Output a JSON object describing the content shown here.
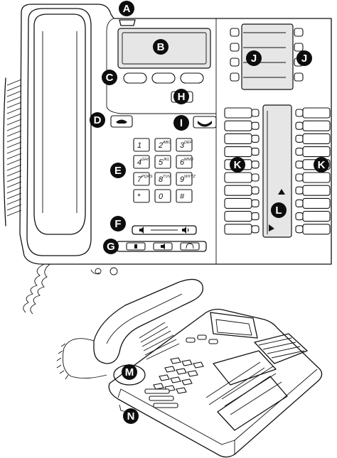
{
  "callouts": [
    "A",
    "B",
    "C",
    "D",
    "E",
    "F",
    "G",
    "H",
    "I",
    "J",
    "K",
    "L",
    "M",
    "N"
  ],
  "dialpad": [
    {
      "digit": "1",
      "letters": ""
    },
    {
      "digit": "2",
      "letters": "ABC"
    },
    {
      "digit": "3",
      "letters": "DEF"
    },
    {
      "digit": "4",
      "letters": "GHI"
    },
    {
      "digit": "5",
      "letters": "JKL"
    },
    {
      "digit": "6",
      "letters": "MNO"
    },
    {
      "digit": "7",
      "letters": "PQRS"
    },
    {
      "digit": "8",
      "letters": "TUV"
    },
    {
      "digit": "9",
      "letters": "WXYZ"
    },
    {
      "digit": "*",
      "letters": ""
    },
    {
      "digit": "0",
      "letters": ""
    },
    {
      "digit": "#",
      "letters": ""
    }
  ],
  "icons": {
    "goodbye": "handset-down-icon",
    "hold": "hold-icon",
    "headset": "headset-icon",
    "handsfree": "speaker-icon",
    "mute": "mute-icon",
    "volume": "volume-icon",
    "services": "services-icon"
  },
  "colors": {
    "ink": "#111111",
    "panel": "#e6e6e6",
    "callout": "#0d0d0d"
  }
}
